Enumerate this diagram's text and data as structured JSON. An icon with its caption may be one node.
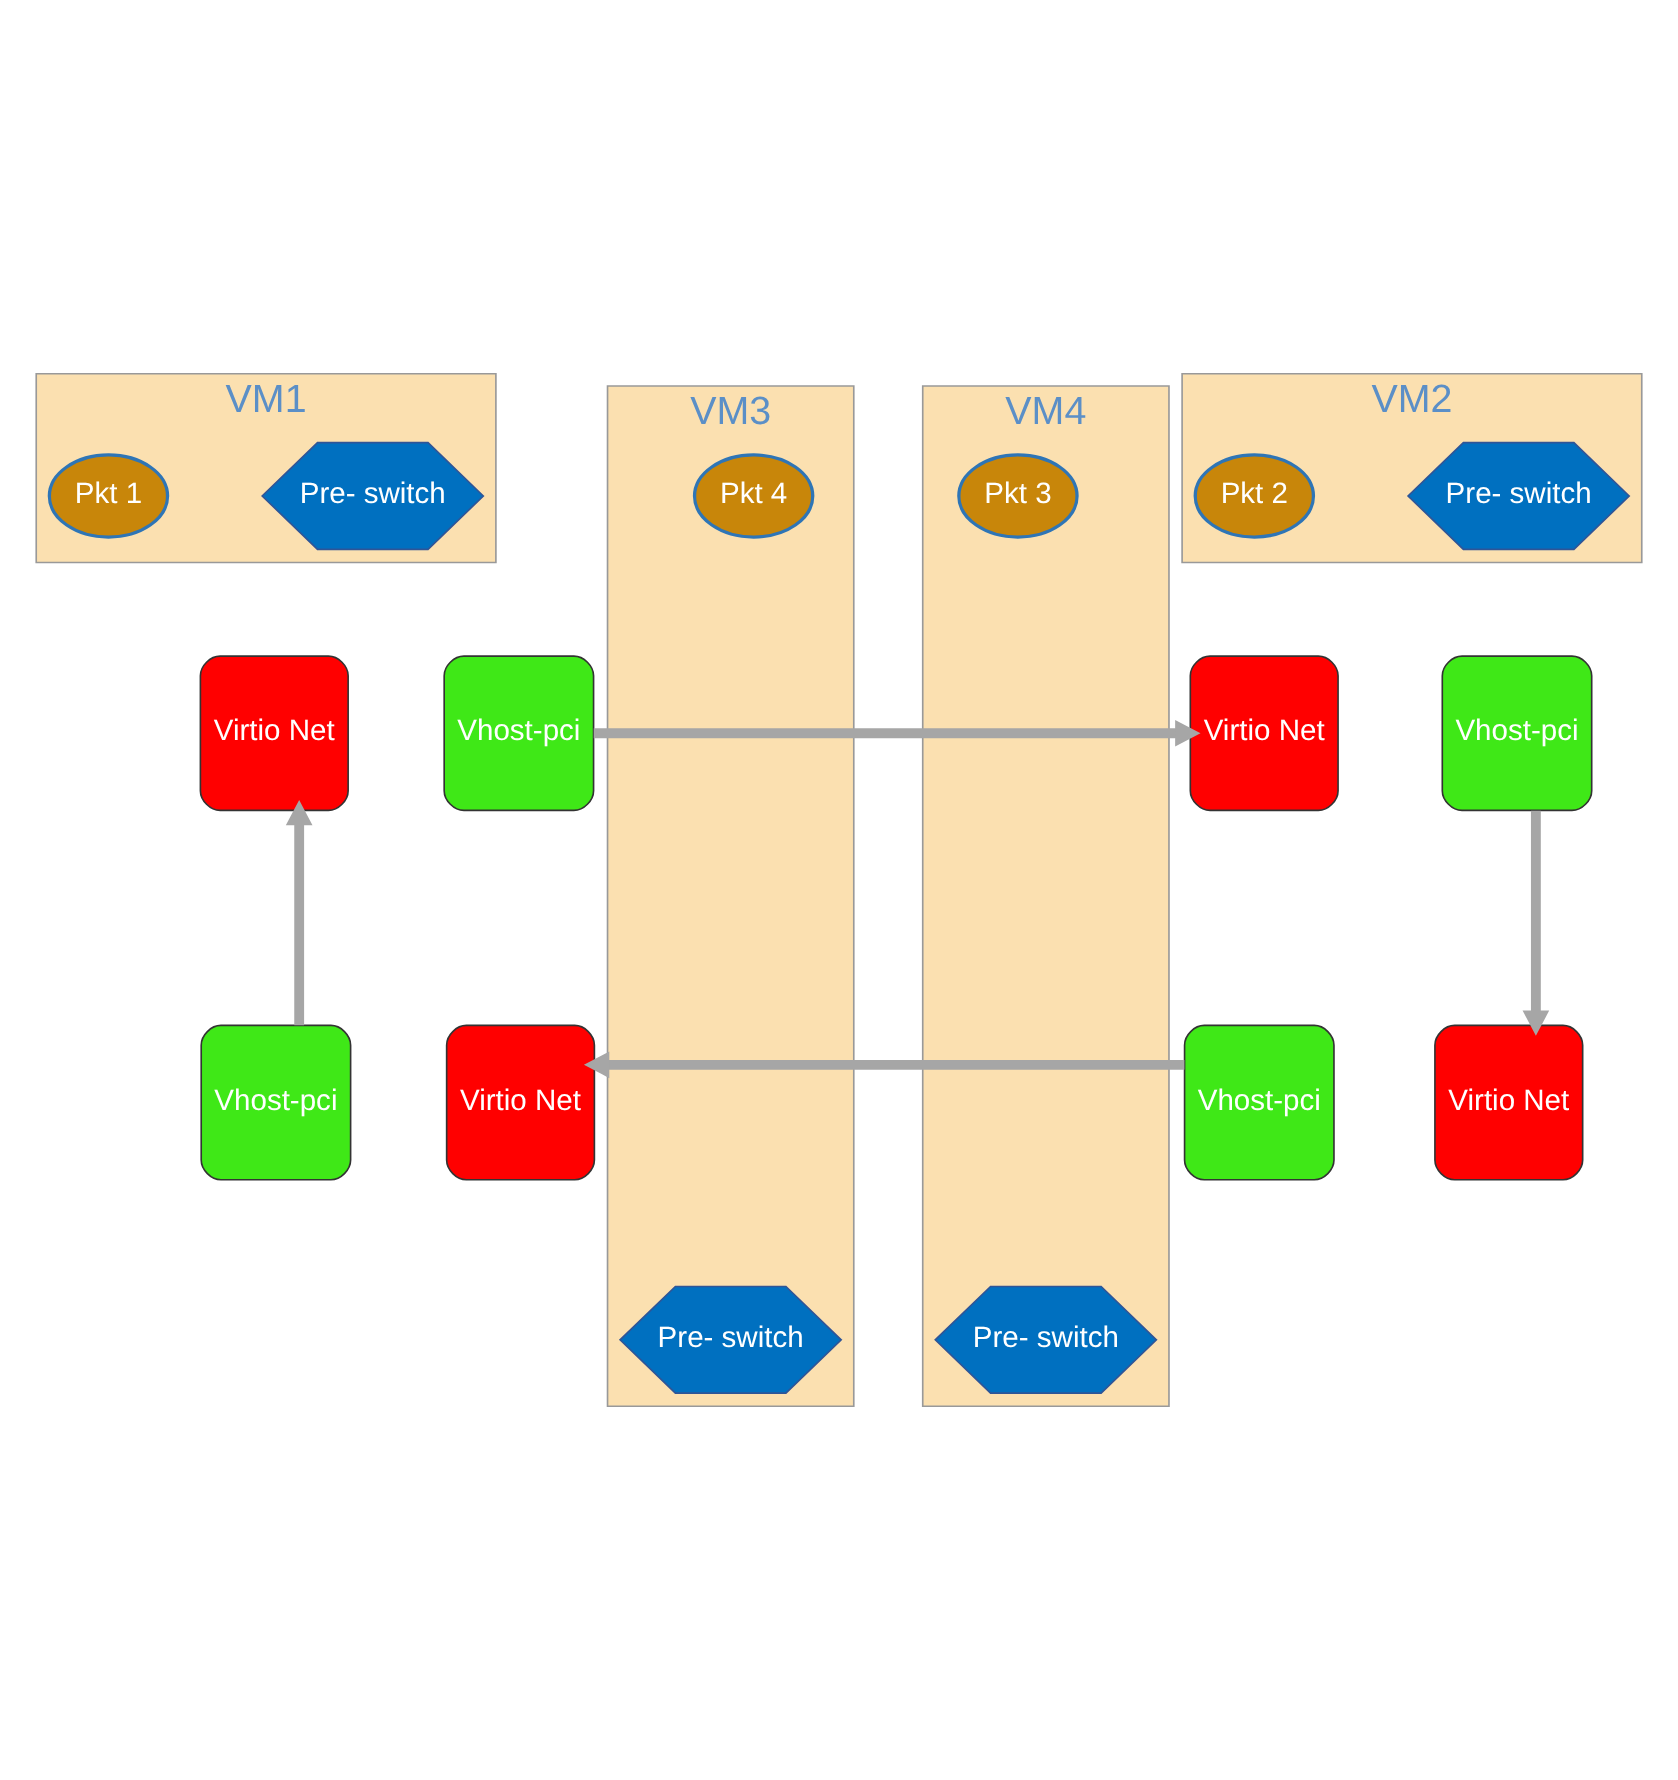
{
  "diagram": {
    "nodes": [
      {
        "text": [
          "VM1"
        ]
      },
      {
        "text": [
          "Pre- switch"
        ],
        "in": 0
      },
      {
        "text": [
          "Pkt 1"
        ],
        "in": 0
      },
      {
        "text": [
          "Virtio Net"
        ]
      },
      {
        "text": [
          "Vhost-pci"
        ]
      },
      {
        "text": [
          "VM2"
        ]
      },
      {
        "text": [
          "Pre- switch"
        ],
        "in": 5
      },
      {
        "text": [
          "Pkt 2"
        ],
        "in": 5
      },
      {
        "text": [
          "Virtio Net"
        ]
      },
      {
        "text": [
          "Vhost-pci"
        ]
      },
      {
        "text": [
          "Vhost-pci"
        ]
      },
      {
        "text": [
          "Virtio Net"
        ]
      },
      {
        "text": [
          "Vhost-pci"
        ]
      },
      {
        "text": [
          "Virtio Net"
        ]
      },
      {
        "text": [
          "VM3"
        ]
      },
      {
        "text": [
          "Pre- switch"
        ],
        "in": 14
      },
      {
        "text": [
          "Pkt 4"
        ],
        "in": 14
      },
      {
        "text": [
          "VM4"
        ]
      },
      {
        "text": [
          "Pre- switch"
        ],
        "in": 17
      },
      {
        "text": [
          "Pkt 3"
        ],
        "in": 17
      }
    ],
    "edges": [
      {
        "from": 4,
        "to": 8,
        "arrow": "to"
      },
      {
        "from": 10,
        "to": 3,
        "arrow": "to"
      },
      {
        "from": 12,
        "to": 11,
        "arrow": "to"
      },
      {
        "from": 9,
        "to": 13,
        "arrow": "to"
      }
    ]
  }
}
